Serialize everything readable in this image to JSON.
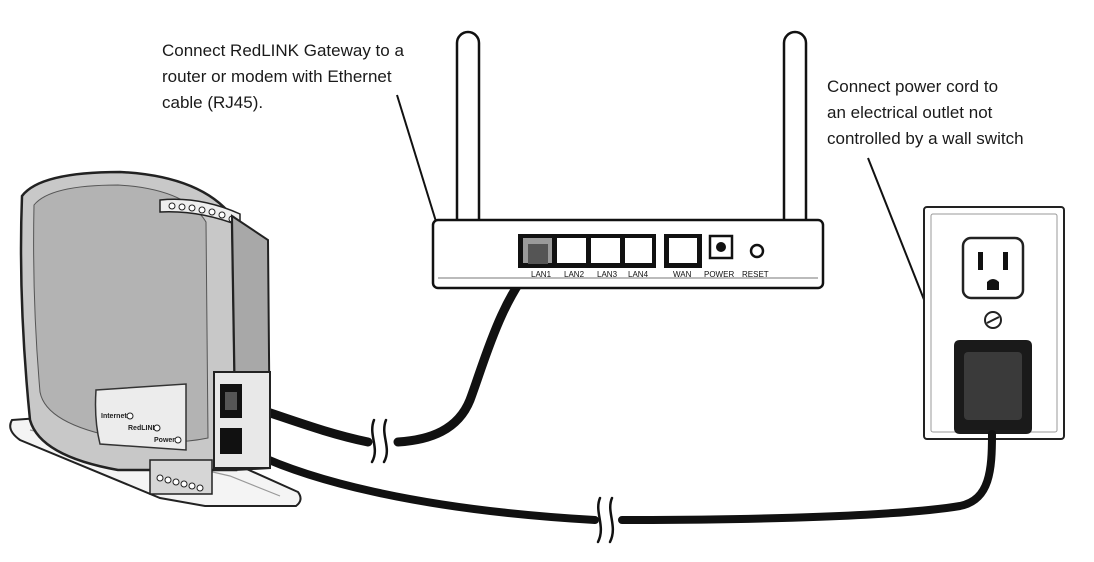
{
  "callouts": {
    "router": [
      "Connect RedLINK Gateway to a",
      "router or modem with Ethernet",
      "cable (RJ45)."
    ],
    "power": [
      "Connect power cord to",
      "an electrical outlet not",
      "controlled by a wall switch"
    ]
  },
  "router": {
    "ports": [
      "LAN1",
      "LAN2",
      "LAN3",
      "LAN4",
      "WAN",
      "POWER",
      "RESET"
    ]
  },
  "gateway": {
    "leds": [
      "Internet",
      "RedLINK",
      "Power"
    ]
  }
}
